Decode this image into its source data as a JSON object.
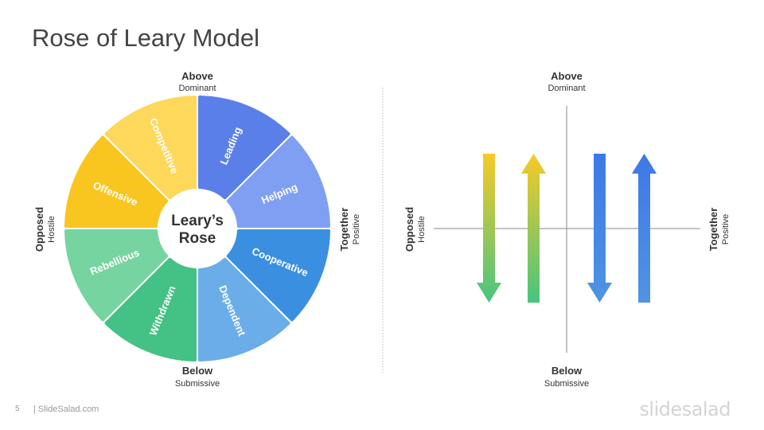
{
  "slide": {
    "title": "Rose of Leary Model",
    "page_number": "5",
    "footer_site": "| SlideSalad.com",
    "brand": "slidesalad"
  },
  "axes": {
    "top_main": "Above",
    "top_sub": "Dominant",
    "bottom_main": "Below",
    "bottom_sub": "Submissive",
    "left_main": "Opposed",
    "left_sub": "Hostile",
    "right_main": "Together",
    "right_sub": "Positive"
  },
  "rose": {
    "center_line1": "Leary’s",
    "center_line2": "Rose",
    "segments": [
      {
        "label": "Leading",
        "color": "#5b7fe8"
      },
      {
        "label": "Helping",
        "color": "#7f9ff3"
      },
      {
        "label": "Cooperative",
        "color": "#3a8fe0"
      },
      {
        "label": "Dependent",
        "color": "#6aade8"
      },
      {
        "label": "Withdrawn",
        "color": "#44c184"
      },
      {
        "label": "Rebellious",
        "color": "#76d4a0"
      },
      {
        "label": "Offensive",
        "color": "#f9c51f"
      },
      {
        "label": "Competitive",
        "color": "#fdd85b"
      }
    ]
  },
  "colors": {
    "yellow": "#f7c928",
    "green": "#47c57f",
    "blue": "#3e78e6",
    "blue_light": "#4f94e4"
  }
}
